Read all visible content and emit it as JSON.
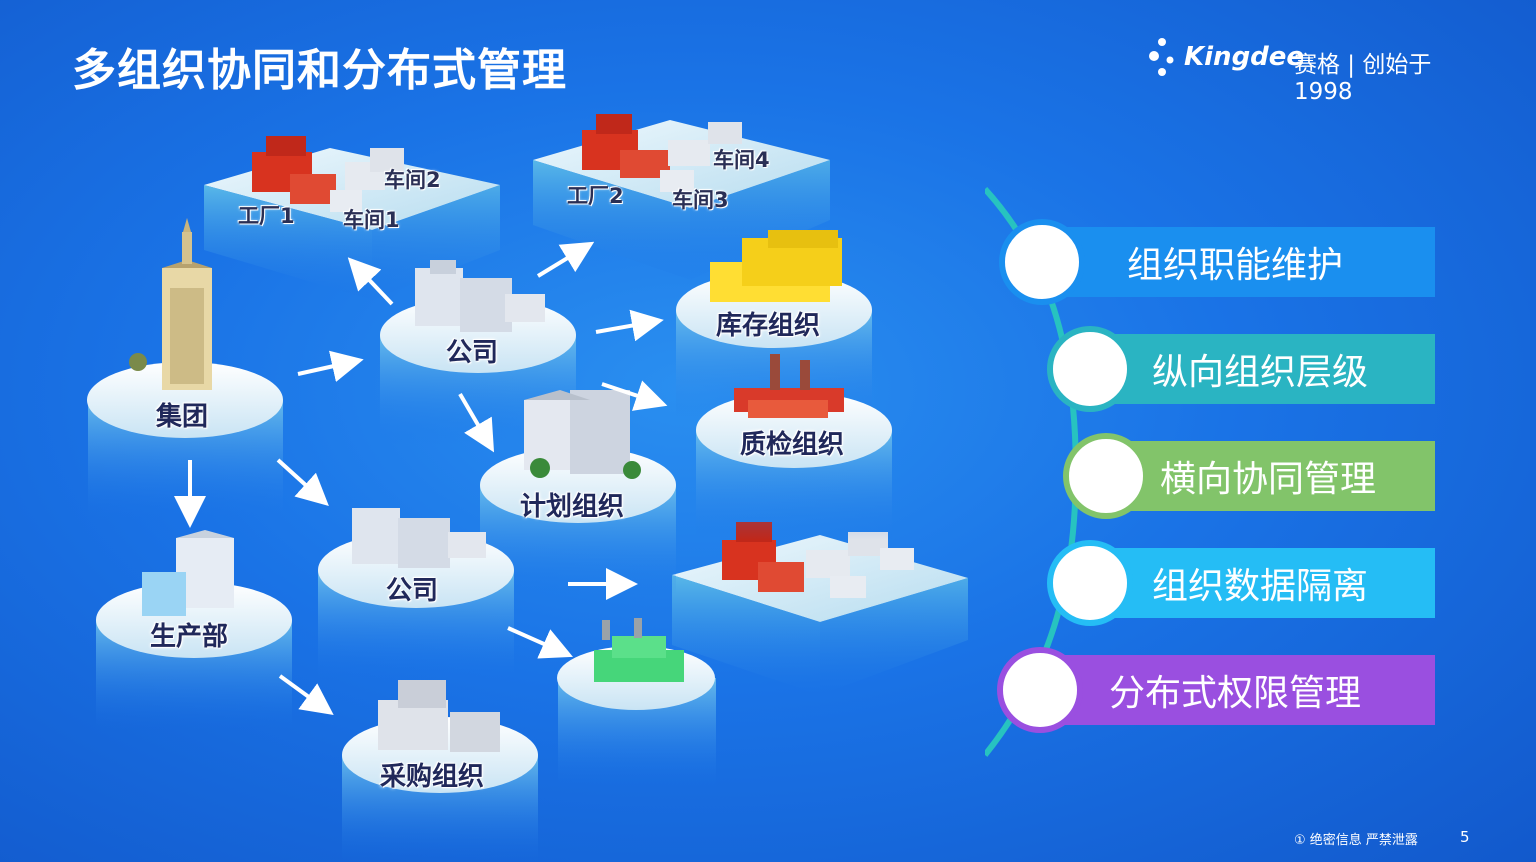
{
  "slide": {
    "title": "多组织协同和分布式管理",
    "page_number": "5",
    "confidential": "① 绝密信息 严禁泄露"
  },
  "logo": {
    "brand": "Kingdee",
    "tagline": "赛格 | 创始于1998"
  },
  "diagram": {
    "group": "集团",
    "company_top": "公司",
    "company_mid": "公司",
    "production": "生产部",
    "procurement": "采购组织",
    "planning": "计划组织",
    "inventory": "库存组织",
    "quality": "质检组织",
    "factory1": "工厂1",
    "workshop1": "车间1",
    "workshop2": "车间2",
    "factory2": "工厂2",
    "workshop3": "车间3",
    "workshop4": "车间4"
  },
  "menu": {
    "items": [
      {
        "label": "组织职能维护",
        "color": "#1a8fef"
      },
      {
        "label": "纵向组织层级",
        "color": "#2ab4c2"
      },
      {
        "label": "横向协同管理",
        "color": "#82c46a"
      },
      {
        "label": "组织数据隔离",
        "color": "#25bdf5"
      },
      {
        "label": "分布式权限管理",
        "color": "#9a4fe0"
      }
    ]
  }
}
